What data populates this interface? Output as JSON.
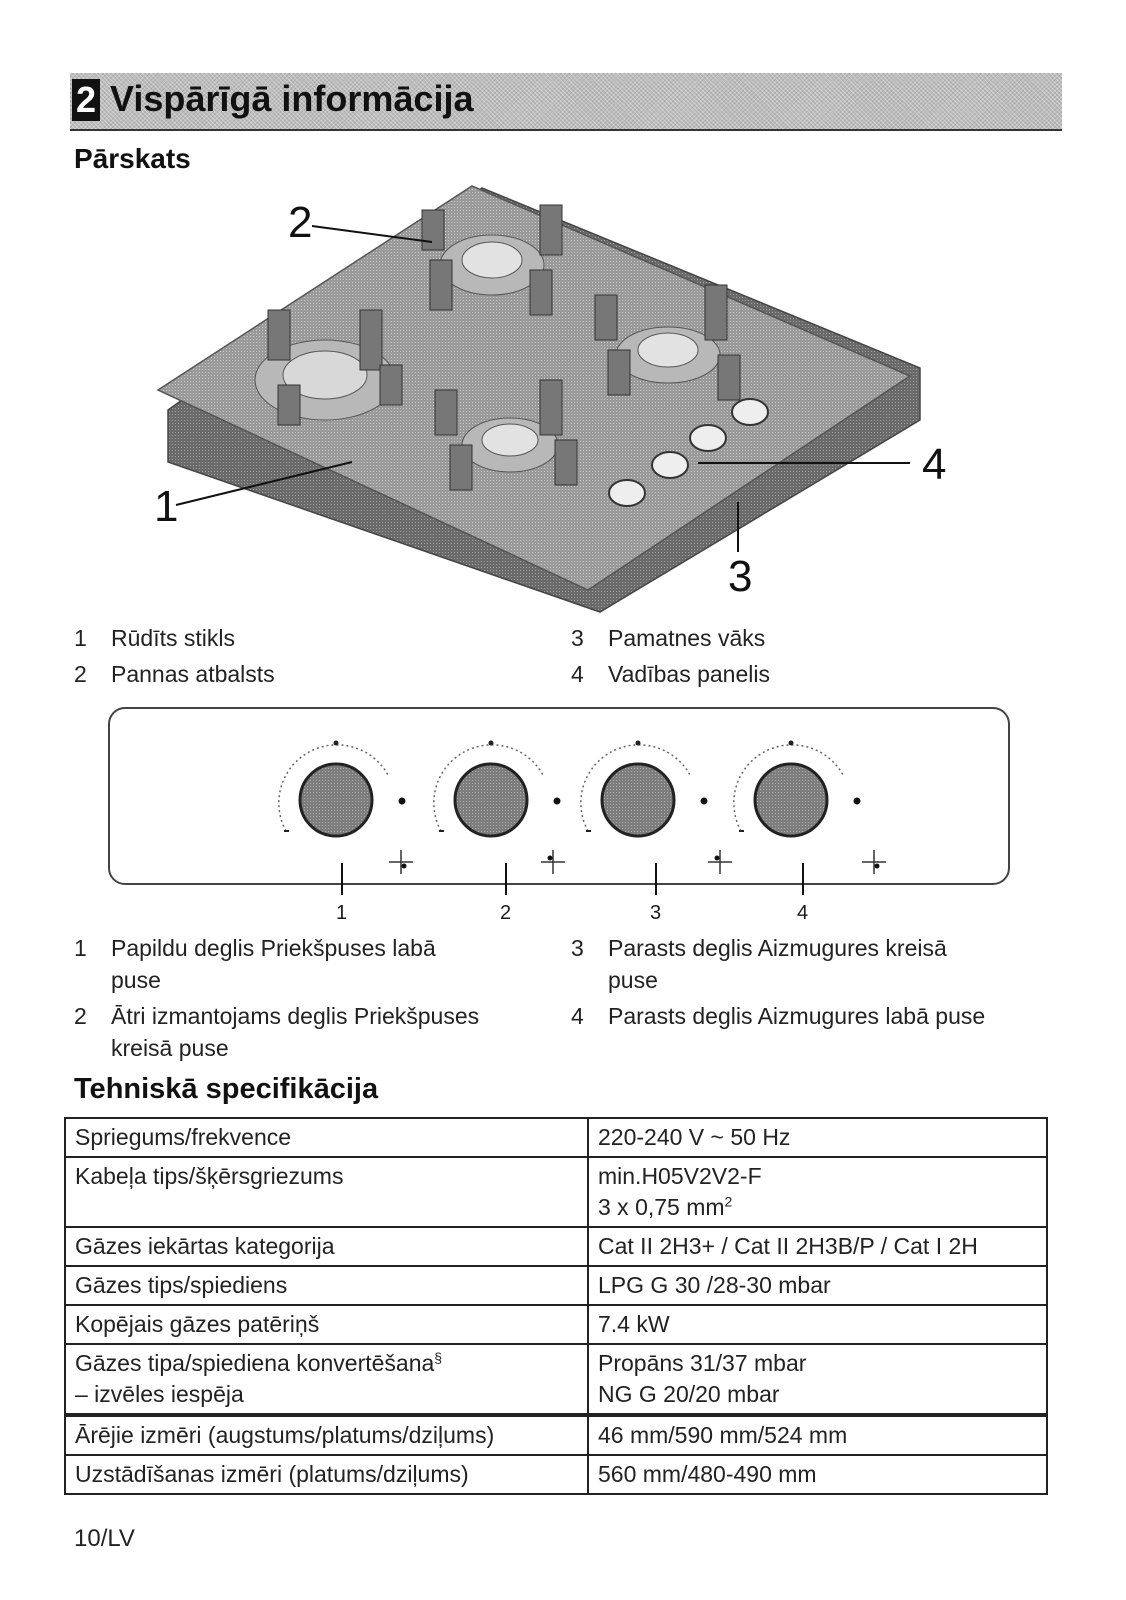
{
  "section": {
    "number": "2",
    "title": "Vispārīgā informācija"
  },
  "overview": {
    "heading": "Pārskats",
    "callouts": [
      "1",
      "2",
      "3",
      "4"
    ],
    "legend": [
      {
        "n": "1",
        "text": "Rūdīts stikls"
      },
      {
        "n": "2",
        "text": "Pannas atbalsts"
      },
      {
        "n": "3",
        "text": "Pamatnes vāks"
      },
      {
        "n": "4",
        "text": "Vadības panelis"
      }
    ]
  },
  "control_panel": {
    "knob_labels": [
      "1",
      "2",
      "3",
      "4"
    ],
    "legend": [
      {
        "n": "1",
        "text": "Papildu deglis Priekšpuses labā puse"
      },
      {
        "n": "2",
        "text": "Ātri izmantojams deglis Priekšpuses kreisā puse"
      },
      {
        "n": "3",
        "text": "Parasts deglis Aizmugures kreisā puse"
      },
      {
        "n": "4",
        "text": "Parasts deglis Aizmugures labā puse"
      }
    ]
  },
  "specs": {
    "heading": "Tehniskā specifikācija",
    "rows": [
      {
        "label": "Spriegums/frekvence",
        "value": "220-240 V ~ 50 Hz"
      },
      {
        "label": "Kabeļa tips/šķērsgriezums",
        "value": "min.H05V2V2-F",
        "value2": "3 x 0,75 mm",
        "value2_sup": "2"
      },
      {
        "label": "Gāzes iekārtas kategorija",
        "value": "Cat II 2H3+ / Cat II 2H3B/P / Cat I 2H"
      },
      {
        "label": "Gāzes tips/spiediens",
        "value": "LPG G 30 /28-30 mbar"
      },
      {
        "label": "Kopējais gāzes patēriņš",
        "value": "7.4 kW"
      },
      {
        "label": "Gāzes tipa/spiediena konvertēšana",
        "label_sup": "§",
        "label2": "– izvēles iespēja",
        "value": "Propāns 31/37 mbar",
        "value2": "NG G 20/20 mbar"
      },
      {
        "label": "Ārējie izmēri (augstums/platums/dziļums)",
        "value": "46 mm/590 mm/524 mm"
      },
      {
        "label": "Uzstādīšanas izmēri (platums/dziļums)",
        "value": "560 mm/480-490 mm"
      }
    ]
  },
  "page_number": "10/LV"
}
